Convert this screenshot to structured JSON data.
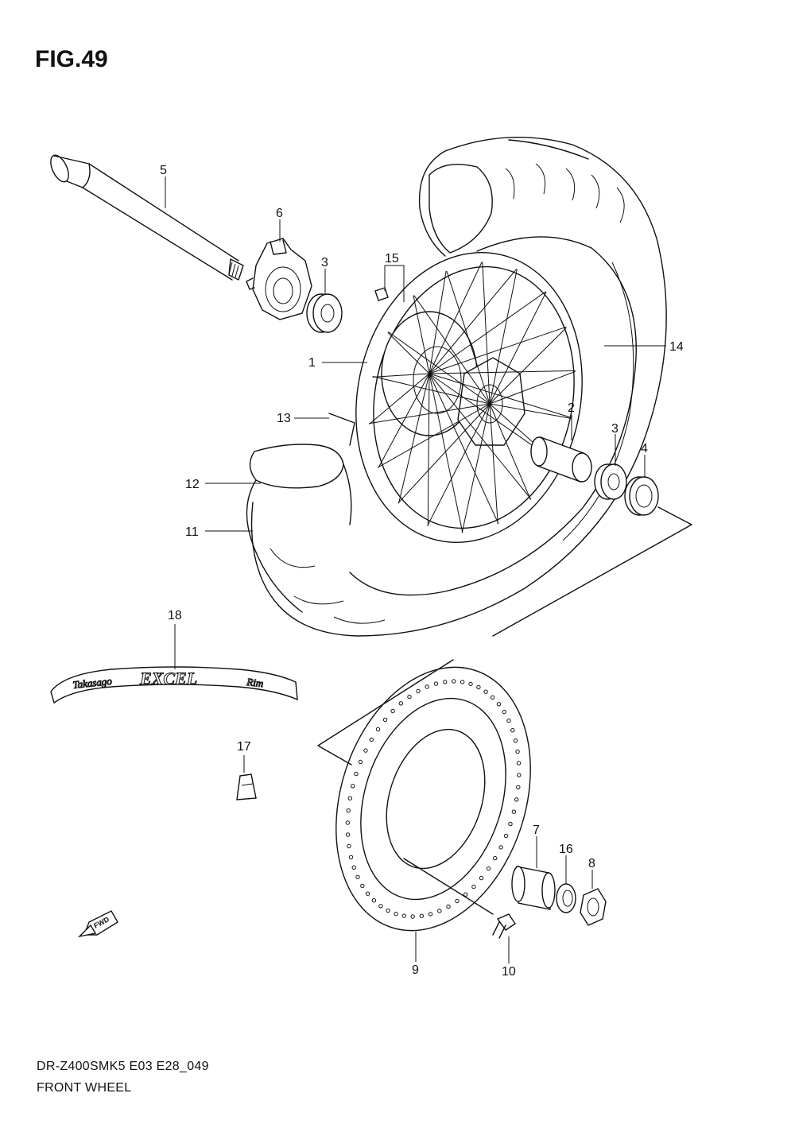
{
  "figure": {
    "title": "FIG.49",
    "model_code": "DR-Z400SMK5 E03 E28_049",
    "section_name": "FRONT WHEEL"
  },
  "callouts": [
    "1",
    "2",
    "3",
    "3",
    "4",
    "5",
    "6",
    "7",
    "8",
    "9",
    "10",
    "11",
    "12",
    "13",
    "14",
    "15",
    "16",
    "17",
    "18"
  ],
  "rim_sticker": {
    "brand": "Takasago",
    "word": "EXCEL",
    "suffix": "Rim"
  },
  "fwd_label": "FWD"
}
